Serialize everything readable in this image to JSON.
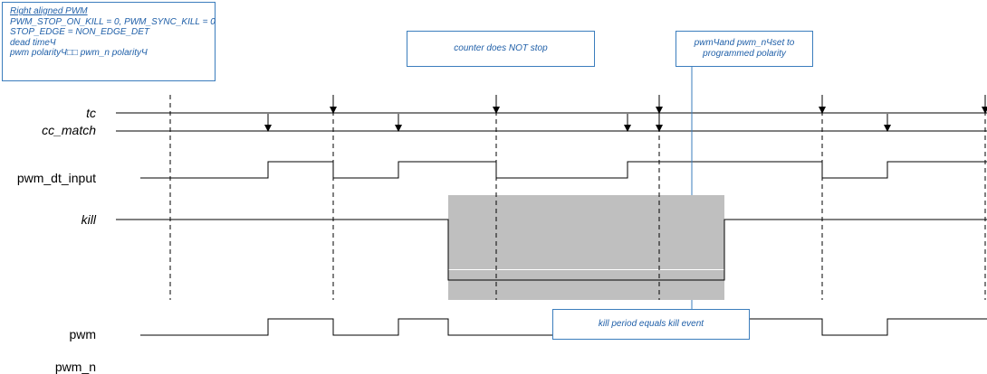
{
  "config_box": {
    "title": "Right aligned PWM",
    "lines": [
      "PWM_STOP_ON_KILL = 0, PWM_SYNC_KILL = 0",
      "STOP_EDGE = NON_EDGE_DET",
      " dead timeЧ",
      " pwm polarityЧ□□    pwm_n polarityЧ"
    ]
  },
  "callouts": {
    "counter": "counter does NOT stop",
    "polarity": "pwmЧand  pwm_nЧset to programmed polarity",
    "kill_period": "kill period equals kill event"
  },
  "signals": {
    "tc": "tc",
    "cc_match": "cc_match",
    "pwm_dt_input": "pwm_dt_input",
    "kill": "kill",
    "pwm": "pwm",
    "pwm_n": "pwm_n"
  },
  "colors": {
    "accent": "#3b7dbd",
    "text_blue": "#1f5fa8",
    "kill_shade": "#bfbfbf",
    "line": "#000000"
  }
}
